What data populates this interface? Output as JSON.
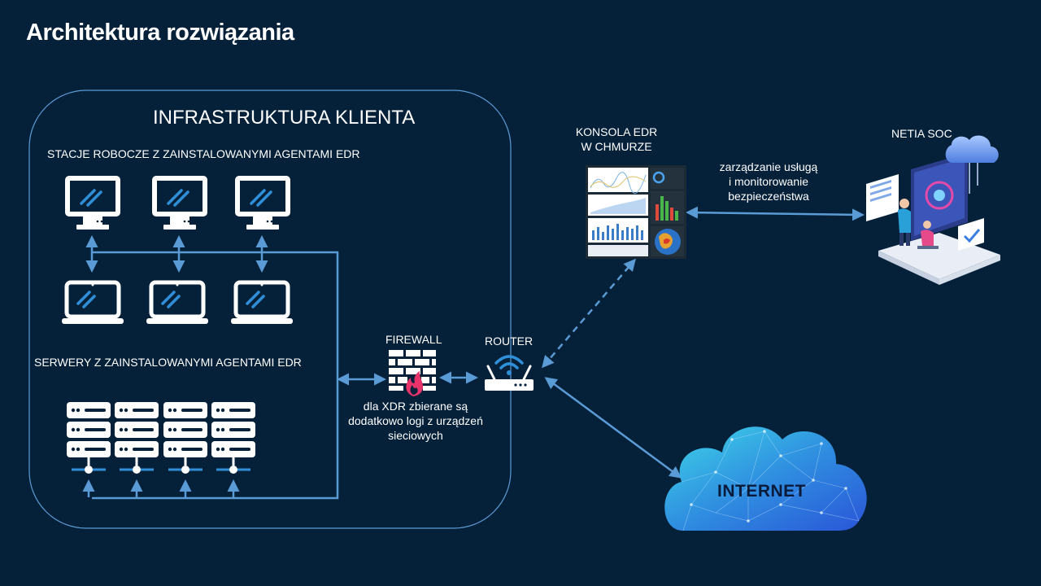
{
  "title": "Architektura rozwiązania",
  "infra": {
    "title": "INFRASTRUKTURA KLIENTA",
    "workstations_label": "STACJE ROBOCZE Z ZAINSTALOWANYMI AGENTAMI EDR",
    "servers_label": "SERWERY Z ZAINSTALOWANYMI AGENTAMI EDR"
  },
  "firewall": {
    "label": "FIREWALL",
    "note_lines": [
      "dla XDR zbierane są",
      "dodatkowo logi z urządzeń",
      "sieciowych"
    ]
  },
  "router": {
    "label": "ROUTER"
  },
  "console": {
    "label_lines": [
      "KONSOLA EDR",
      "W CHMURZE"
    ]
  },
  "soc": {
    "label": "NETIA SOC",
    "link_lines": [
      "zarządzanie usługą",
      "i monitorowanie",
      "bezpieczeństwa"
    ]
  },
  "internet": {
    "label": "INTERNET"
  },
  "colors": {
    "background": "#05213a",
    "accent": "#5b9bd5",
    "icon_blue": "#2f8fd8",
    "white": "#ffffff"
  }
}
